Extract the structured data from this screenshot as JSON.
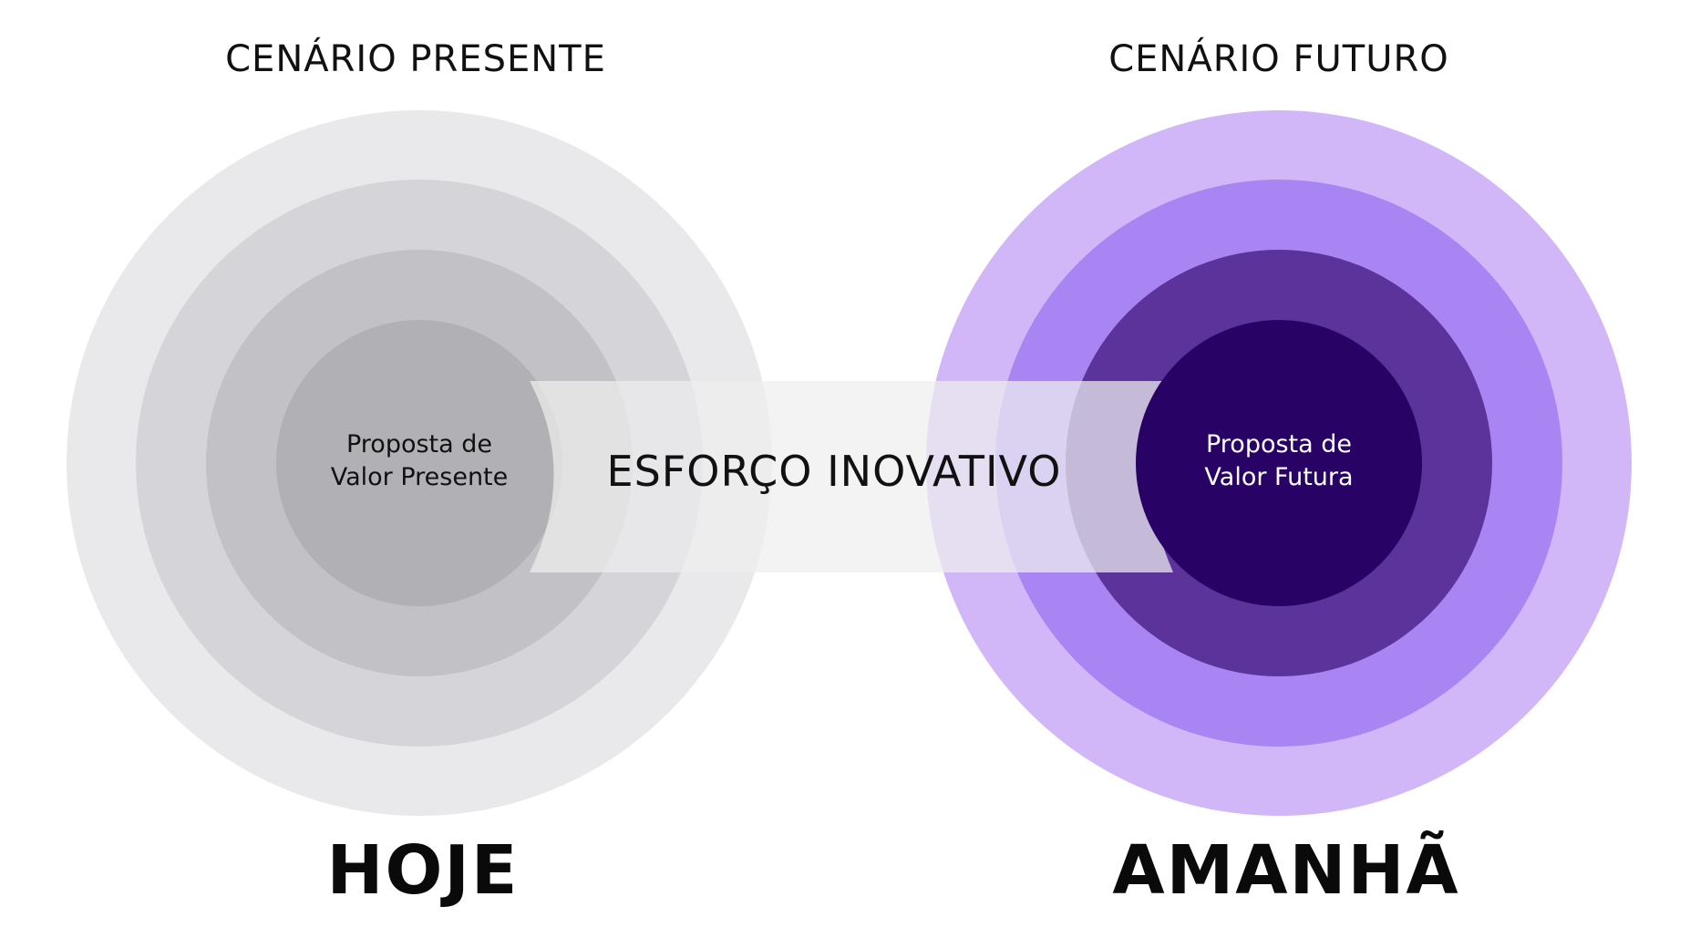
{
  "present": {
    "heading": "CENÁRIO PRESENTE",
    "core_line1": "Proposta de",
    "core_line2": "Valor Presente",
    "era": "HOJE",
    "ring_colors": [
      "#e9e9eb",
      "#d5d4d9",
      "#c2c1c6",
      "#b1b0b5"
    ],
    "core_text_color": "#111111"
  },
  "future": {
    "heading": "CENÁRIO FUTURO",
    "core_line1": "Proposta de",
    "core_line2": "Valor Futura",
    "era": "AMANHÃ",
    "ring_colors": [
      "#d1b7f8",
      "#a984f3",
      "#5b339b",
      "#280264"
    ],
    "core_text_color": "#ffffff"
  },
  "bridge": {
    "label": "ESFORÇO INOVATIVO",
    "fill": "#eeeeef"
  }
}
